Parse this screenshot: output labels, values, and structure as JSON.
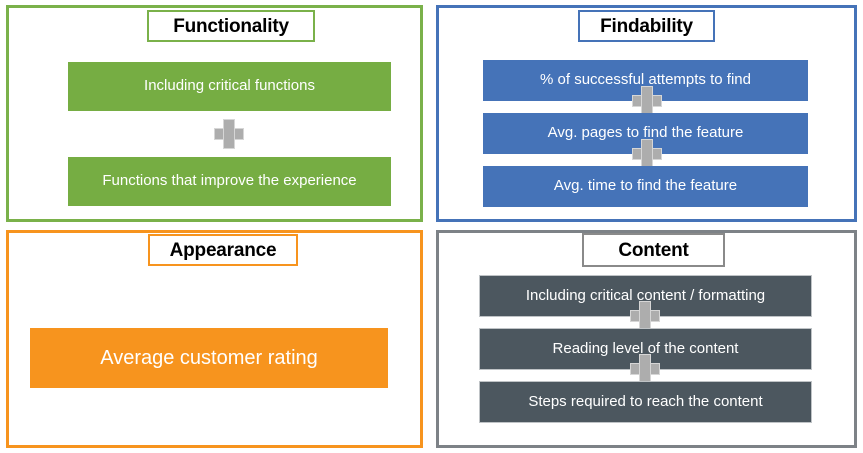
{
  "diagram": {
    "title": "UX measurement framework quadrants",
    "colors": {
      "green": "#76AD43",
      "blue": "#4573B8",
      "orange": "#F7941E",
      "dark_gray": "#4C575F",
      "plus_gray": "#ADADAD",
      "panel_gray_border": "#7D8287",
      "text_on_bar": "#FFFFFF",
      "title_text": "#000000"
    },
    "panels": {
      "functionality": {
        "title": "Functionality",
        "bars": [
          "Including critical functions",
          "Functions that improve the experience"
        ],
        "connectors": [
          "plus"
        ]
      },
      "findability": {
        "title": "Findability",
        "bars": [
          "% of successful attempts to find",
          "Avg. pages to find the feature",
          "Avg. time to find the feature"
        ],
        "connectors": [
          "plus",
          "plus"
        ]
      },
      "appearance": {
        "title": "Appearance",
        "bars": [
          "Average customer rating"
        ],
        "connectors": []
      },
      "content": {
        "title": "Content",
        "bars": [
          "Including critical content / formatting",
          "Reading level of the content",
          "Steps required to reach the content"
        ],
        "connectors": [
          "plus",
          "plus"
        ]
      }
    }
  }
}
